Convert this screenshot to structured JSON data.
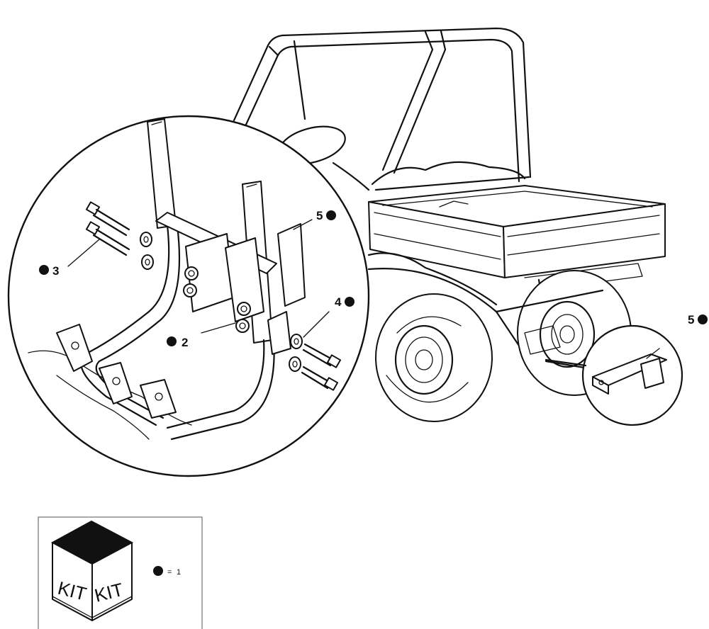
{
  "callouts": {
    "c2": "2",
    "c3": "3",
    "c4": "4",
    "c5_main": "5",
    "c5_detail": "5"
  },
  "kit_legend": {
    "face_left": "KIT",
    "face_right": "KIT",
    "equals": "=",
    "quantity": "1"
  }
}
